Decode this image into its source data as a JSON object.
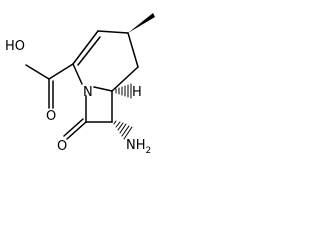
{
  "structure": {
    "atoms": {
      "oh": "HO",
      "o_carboxyl": "O",
      "n_ring": "N",
      "o_lactam": "O",
      "h_stereo": "H",
      "nh2": "NH",
      "nh2_sub": "2"
    }
  }
}
